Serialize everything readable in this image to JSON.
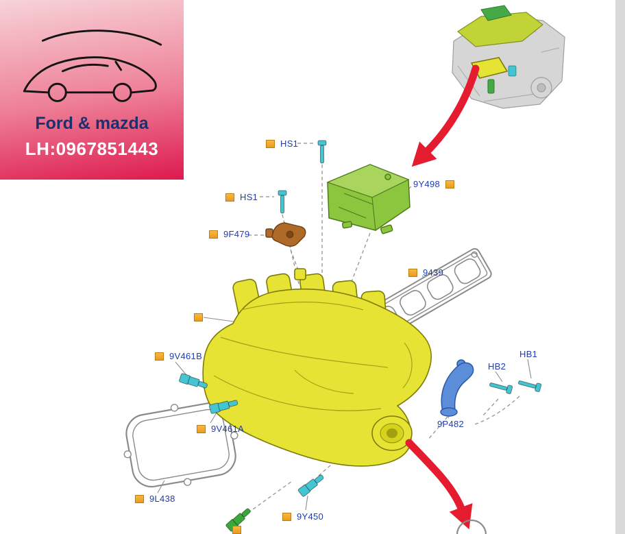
{
  "logo": {
    "line1": "Ford & mazda",
    "line2": "LH:0967851443"
  },
  "labels": [
    {
      "id": "hs1-a",
      "text": "HS1"
    },
    {
      "id": "hs1-b",
      "text": "HS1"
    },
    {
      "id": "9f479",
      "text": "9F479"
    },
    {
      "id": "9y498",
      "text": "9Y498"
    },
    {
      "id": "9439",
      "text": "9439"
    },
    {
      "id": "9v461b",
      "text": "9V461B"
    },
    {
      "id": "hb2",
      "text": "HB2"
    },
    {
      "id": "hb1",
      "text": "HB1"
    },
    {
      "id": "9p482",
      "text": "9P482"
    },
    {
      "id": "9v461a",
      "text": "9V461A"
    },
    {
      "id": "9l438",
      "text": "9L438"
    },
    {
      "id": "9y450",
      "text": "9Y450"
    }
  ],
  "colors": {
    "label_text": "#1d3db1",
    "marker_orange": "#eb9a1e",
    "marker_orange_light": "#f7b943",
    "marker_border": "#c07b10",
    "accent_red": "#e51c30",
    "part_yellow": "#e6e334",
    "part_yellow_dark": "#7c7a08",
    "part_yellow_line": "#a3a016",
    "part_green": "#8cc63f",
    "part_green_light": "#a9d55f",
    "part_green_dark": "#4e7a1c",
    "part_green2": "#3aa83a",
    "part_teal": "#45c4d2",
    "part_blue": "#5b8dd9",
    "part_blue_dark": "#2a56a8",
    "part_brown": "#b06a28",
    "part_brown_dark": "#6f3f16",
    "gasket_gray": "#8a8a8a",
    "leader_gray": "#8c8c8c",
    "engine_gray": "#d6d6d6",
    "side_strip": "#d9d9d9",
    "logo_grad_top": "#f7d3d8",
    "logo_grad_mid": "#ee7f97",
    "logo_grad_bottom": "#dd1a4e",
    "logo_text_navy": "#1e2f6d",
    "logo_text_white": "#ffffff"
  }
}
